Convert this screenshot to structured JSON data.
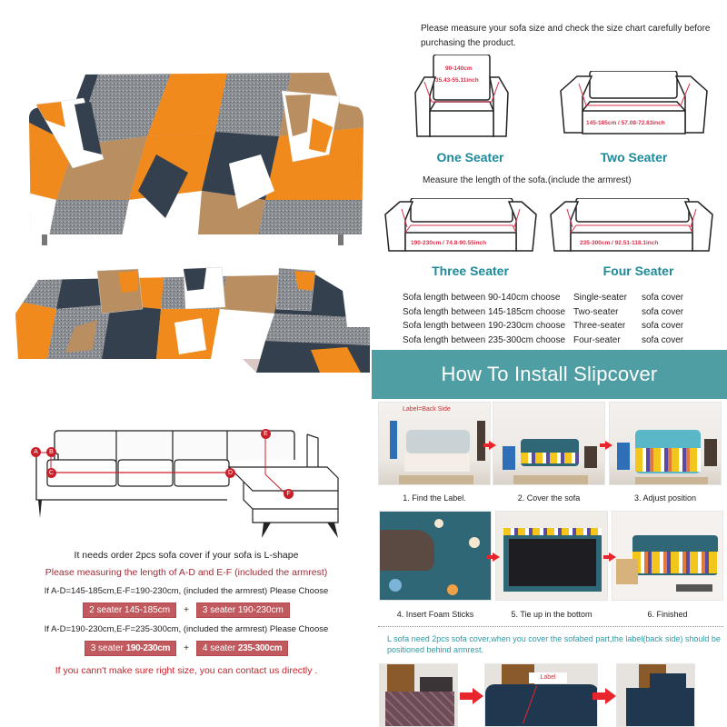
{
  "size_chart": {
    "intro": "Please measure your sofa size and check the size chart carefully before purchasing the product.",
    "measure_note": "Measure the length of the sofa.(include the armrest)",
    "one_seater": {
      "title": "One Seater",
      "dim_cm": "90-140cm",
      "dim_inch": "35.43-55.11inch"
    },
    "two_seater": {
      "title": "Two Seater",
      "dim": "145-185cm / 57.08-72.83inch"
    },
    "three_seater": {
      "title": "Three Seater",
      "dim": "190-230cm / 74.8-90.55inch"
    },
    "four_seater": {
      "title": "Four Seater",
      "dim": "235-300cm / 92.51-118.1inch"
    },
    "rows": [
      {
        "range": "Sofa length between 90-140cm choose",
        "type": "Single-seater",
        "item": "sofa cover"
      },
      {
        "range": "Sofa length between 145-185cm choose",
        "type": "Two-seater",
        "item": "sofa cover"
      },
      {
        "range": "Sofa length between 190-230cm choose",
        "type": "Three-seater",
        "item": "sofa cover"
      },
      {
        "range": "Sofa length between 235-300cm choose",
        "type": "Four-seater",
        "item": "sofa cover"
      }
    ]
  },
  "install": {
    "title": "How To Install Slipcover",
    "label_callout": "Label=Back Side",
    "steps": [
      {
        "label": "1. Find the Label."
      },
      {
        "label": "2. Cover the sofa"
      },
      {
        "label": "3. Adjust position"
      },
      {
        "label": "4. Insert Foam Sticks"
      },
      {
        "label": "5. Tie up in the bottom"
      },
      {
        "label": "6. Finished"
      }
    ],
    "l_sofa_note": "L sofa need 2pcs sofa cover,when you cover the sofabed part,the label(back side) should be positioned behind armrest.",
    "label_tag": "Label"
  },
  "l_shape": {
    "points": [
      "A",
      "B",
      "C",
      "D",
      "E",
      "F"
    ],
    "line1": "It needs order 2pcs sofa cover if your sofa is L-shape",
    "line2": "Please measuring the length of A-D and E-F (included the armrest)",
    "option1": {
      "condition": "If A-D=145-185cm,E-F=190-230cm, (included the armrest) Please Choose",
      "chip1_prefix": "2 seater",
      "chip1_size": "145-185cm",
      "chip2_prefix": "3 seater",
      "chip2_size": "190-230cm"
    },
    "option2": {
      "condition": "If A-D=190-230cm,E-F=235-300cm, (included the armrest) Please Choose",
      "chip1_prefix": "3 seater",
      "chip1_size": "190-230cm",
      "chip2_prefix": "4 seater",
      "chip2_size": "235-300cm"
    },
    "plus": "+",
    "contact": "If you cann't make sure right size, you can contact us directly ."
  },
  "colors": {
    "teal_heading": "#1d8a9a",
    "banner": "#4f9ea4",
    "chip": "#c15a5e",
    "dim_red": "#d9304a",
    "contact_red": "#c8202a",
    "pattern_orange": "#f08a1c",
    "pattern_navy": "#34404d",
    "pattern_tan": "#b98f62",
    "pattern_blush": "#d9c8c4",
    "pattern_gray": "#8a8d92"
  }
}
